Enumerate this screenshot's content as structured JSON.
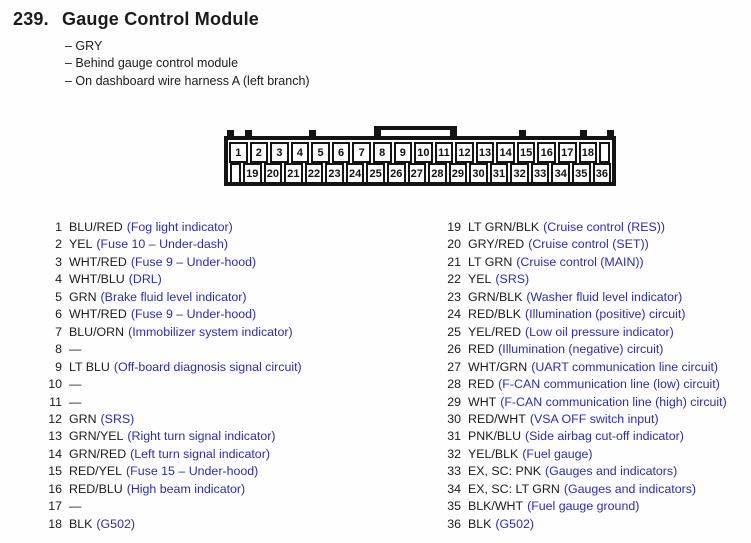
{
  "header": {
    "number": "239.",
    "title": "Gauge Control Module"
  },
  "notes": [
    "– GRY",
    "– Behind gauge control module",
    "– On dashboard wire harness A (left branch)"
  ],
  "connector": {
    "top_pins": [
      "1",
      "2",
      "3",
      "4",
      "5",
      "6",
      "7",
      "8",
      "9",
      "10",
      "11",
      "12",
      "13",
      "14",
      "15",
      "16",
      "17",
      "18"
    ],
    "bottom_pins": [
      "19",
      "20",
      "21",
      "22",
      "23",
      "24",
      "25",
      "26",
      "27",
      "28",
      "29",
      "30",
      "31",
      "32",
      "33",
      "34",
      "35",
      "36"
    ]
  },
  "pins_left": [
    {
      "n": "1",
      "wire": "BLU/RED",
      "desc": "(Fog light indicator)"
    },
    {
      "n": "2",
      "wire": "YEL",
      "desc": "(Fuse 10 – Under-dash)"
    },
    {
      "n": "3",
      "wire": "WHT/RED",
      "desc": "(Fuse 9 – Under-hood)"
    },
    {
      "n": "4",
      "wire": "WHT/BLU",
      "desc": "(DRL)"
    },
    {
      "n": "5",
      "wire": "GRN",
      "desc": "(Brake fluid level indicator)"
    },
    {
      "n": "6",
      "wire": "WHT/RED",
      "desc": "(Fuse 9 – Under-hood)"
    },
    {
      "n": "7",
      "wire": "BLU/ORN",
      "desc": "(Immobilizer system indicator)"
    },
    {
      "n": "8",
      "wire": "—",
      "desc": ""
    },
    {
      "n": "9",
      "wire": "LT BLU",
      "desc": "(Off-board diagnosis signal circuit)"
    },
    {
      "n": "10",
      "wire": "—",
      "desc": ""
    },
    {
      "n": "11",
      "wire": "—",
      "desc": ""
    },
    {
      "n": "12",
      "wire": "GRN",
      "desc": "(SRS)"
    },
    {
      "n": "13",
      "wire": "GRN/YEL",
      "desc": "(Right turn signal indicator)"
    },
    {
      "n": "14",
      "wire": "GRN/RED",
      "desc": "(Left turn signal indicator)"
    },
    {
      "n": "15",
      "wire": "RED/YEL",
      "desc": "(Fuse 15 – Under-hood)"
    },
    {
      "n": "16",
      "wire": "RED/BLU",
      "desc": "(High beam indicator)"
    },
    {
      "n": "17",
      "wire": "—",
      "desc": ""
    },
    {
      "n": "18",
      "wire": "BLK",
      "desc": "(G502)"
    }
  ],
  "pins_right": [
    {
      "n": "19",
      "wire": "LT GRN/BLK",
      "desc": "(Cruise control (RES))"
    },
    {
      "n": "20",
      "wire": "GRY/RED",
      "desc": "(Cruise control (SET))"
    },
    {
      "n": "21",
      "wire": "LT GRN",
      "desc": "(Cruise control (MAIN))"
    },
    {
      "n": "22",
      "wire": "YEL",
      "desc": "(SRS)"
    },
    {
      "n": "23",
      "wire": "GRN/BLK",
      "desc": "(Washer fluid level indicator)"
    },
    {
      "n": "24",
      "wire": "RED/BLK",
      "desc": "(Illumination (positive) circuit)"
    },
    {
      "n": "25",
      "wire": "YEL/RED",
      "desc": "(Low oil pressure indicator)"
    },
    {
      "n": "26",
      "wire": "RED",
      "desc": "(Illumination (negative) circuit)"
    },
    {
      "n": "27",
      "wire": "WHT/GRN",
      "desc": "(UART communication line circuit)"
    },
    {
      "n": "28",
      "wire": "RED",
      "desc": "(F-CAN communication line (low) circuit)"
    },
    {
      "n": "29",
      "wire": "WHT",
      "desc": "(F-CAN communication line (high) circuit)"
    },
    {
      "n": "30",
      "wire": "RED/WHT",
      "desc": "(VSA OFF switch input)"
    },
    {
      "n": "31",
      "wire": "PNK/BLU",
      "desc": "(Side airbag cut-off indicator)"
    },
    {
      "n": "32",
      "wire": "YEL/BLK",
      "desc": "(Fuel gauge)"
    },
    {
      "n": "33",
      "wire": "EX, SC: PNK",
      "desc": "(Gauges and indicators)"
    },
    {
      "n": "34",
      "wire": "EX, SC: LT GRN",
      "desc": "(Gauges and indicators)"
    },
    {
      "n": "35",
      "wire": "BLK/WHT",
      "desc": "(Fuel gauge ground)"
    },
    {
      "n": "36",
      "wire": "BLK",
      "desc": "(G502)"
    }
  ],
  "colors": {
    "link_blue": "#2d2dac",
    "text": "#1b1b1b"
  }
}
